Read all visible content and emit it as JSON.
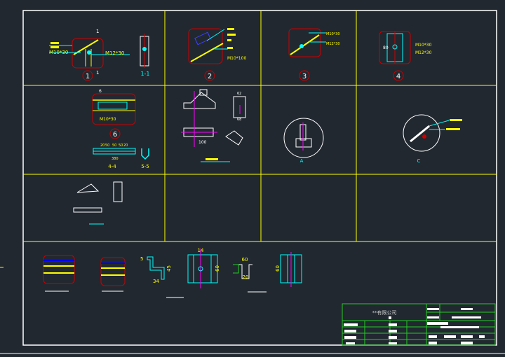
{
  "colors": {
    "background": "#212830",
    "frame": "#ffffff",
    "grid": "#ffff00",
    "detail": "#00ffff",
    "callout": "#c00000",
    "title_block": "#22cc22",
    "axis": "#ff00ff"
  },
  "details": {
    "d1": {
      "number": "1",
      "bolt_a": "M10*30",
      "bolt_b": "M12*30",
      "section_mark": "1",
      "section_label": "1-1"
    },
    "d2": {
      "number": "2",
      "bolt": "M10*100"
    },
    "d3": {
      "number": "3",
      "bolt_a": "M10*30",
      "bolt_b": "M12*30"
    },
    "d4": {
      "number": "4",
      "bolt_a": "M10*30",
      "bolt_b": "M12*30",
      "dim": "80"
    },
    "d6": {
      "number": "6",
      "bolt": "M10*30",
      "section_mark": "6",
      "dim_total": "380",
      "dim_parts": [
        "20",
        "50",
        "50",
        "50",
        "20"
      ],
      "section_a": "4-4",
      "section_b": "5-5"
    },
    "bracket": {
      "dim_a": "100",
      "dim_b": "62",
      "dim_c": "68"
    },
    "detail_a": {
      "label": "A"
    },
    "detail_c": {
      "label": "C"
    }
  },
  "bottom": {
    "dims_z": {
      "a": "5",
      "b": "45",
      "c": "34"
    },
    "dims_plate": {
      "a": "14",
      "b": "60"
    },
    "dims_channel": {
      "a": "60",
      "b": "20"
    },
    "dims_plate2": {
      "a": "60"
    }
  },
  "title_block": {
    "company": "**有限公司"
  }
}
